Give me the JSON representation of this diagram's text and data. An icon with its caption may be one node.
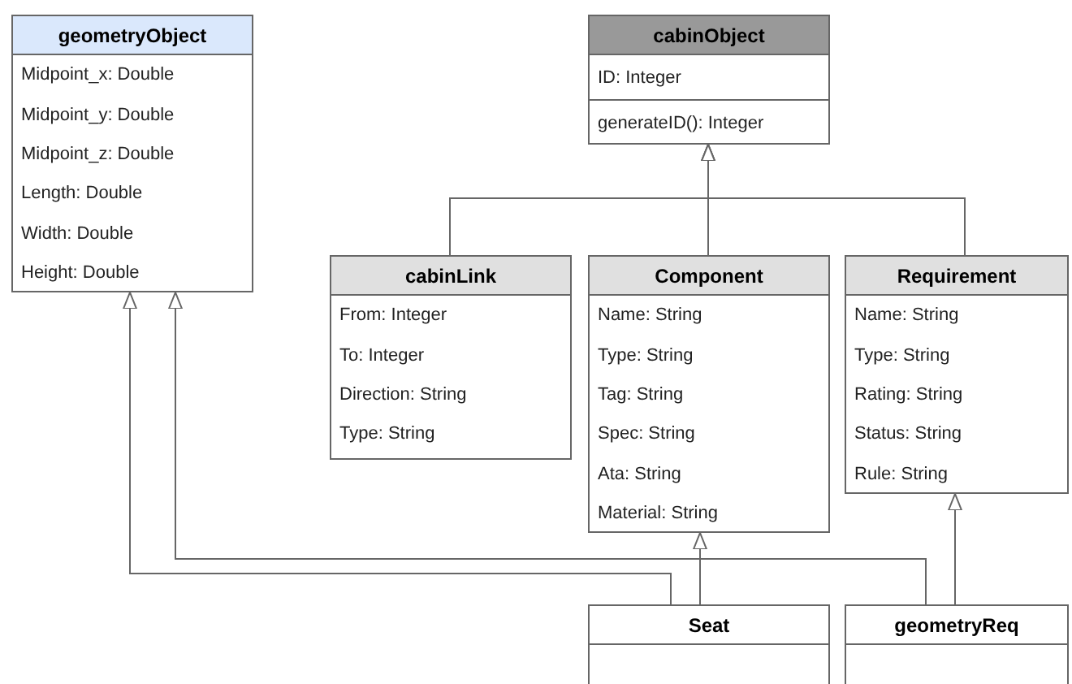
{
  "diagram": {
    "nodes": [
      {
        "text": [
          "geometryObject",
          "Midpoint_x: Double",
          "Midpoint_y: Double",
          "Midpoint_z: Double",
          "Length: Double",
          "Width: Double",
          "Height: Double"
        ]
      },
      {
        "text": [
          "cabinObject",
          "ID: Integer",
          "generateID(): Integer"
        ]
      },
      {
        "text": [
          "cabinLink",
          "From: Integer",
          "To: Integer",
          "Direction: String",
          "Type: String"
        ]
      },
      {
        "text": [
          "Component",
          "Name: String",
          "Type: String",
          "Tag: String",
          "Spec: String",
          "Ata: String",
          "Material: String"
        ]
      },
      {
        "text": [
          "Requirement",
          "Name: String",
          "Type: String",
          "Rating: String",
          "Status: String",
          "Rule: String"
        ]
      },
      {
        "text": [
          "Seat"
        ]
      },
      {
        "text": [
          "geometryReq"
        ]
      }
    ],
    "edges": [
      {
        "from": 2,
        "to": 1,
        "arrow": "to"
      },
      {
        "from": 3,
        "to": 1,
        "arrow": "to"
      },
      {
        "from": 4,
        "to": 1,
        "arrow": "to"
      },
      {
        "from": 5,
        "to": 3,
        "arrow": "to"
      },
      {
        "from": 5,
        "to": 0,
        "arrow": "to"
      },
      {
        "from": 6,
        "to": 0,
        "arrow": "to"
      },
      {
        "from": 6,
        "to": 4,
        "arrow": "to"
      }
    ]
  }
}
